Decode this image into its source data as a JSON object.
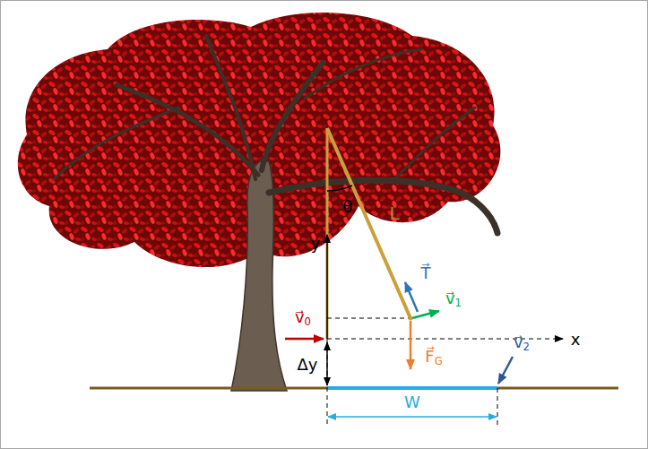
{
  "diagram": {
    "labels": [
      "θ",
      "L",
      "y",
      "T⃗",
      "v⃗1",
      "v⃗0",
      "x",
      "F⃗G",
      "Δy",
      "v⃗2",
      "W"
    ]
  }
}
